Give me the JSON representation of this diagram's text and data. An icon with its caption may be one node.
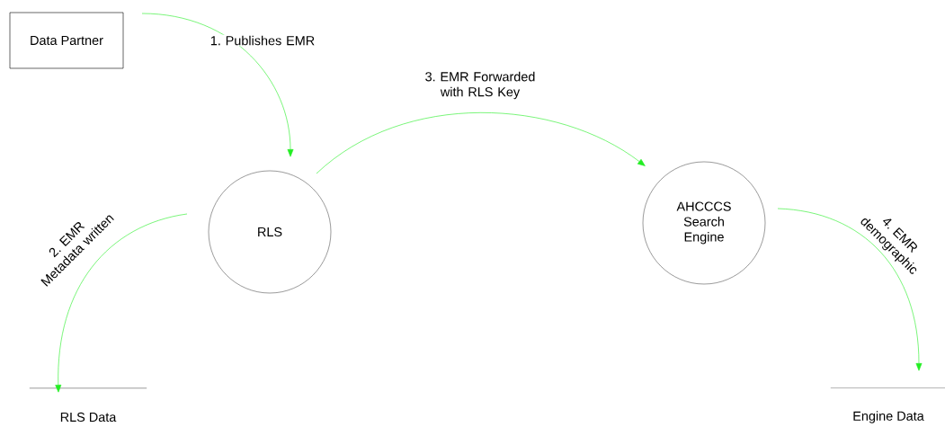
{
  "diagram": {
    "nodes": [
      {
        "text": [
          "Data Partner"
        ]
      },
      {
        "text": [
          "RLS"
        ]
      },
      {
        "text": [
          "AHCCCS Search Engine"
        ]
      },
      {
        "text": [
          "RLS Data"
        ]
      },
      {
        "text": [
          "Engine Data"
        ]
      }
    ],
    "edges": [
      {
        "from": 0,
        "to": 1,
        "arrow": "to",
        "label": "1. Publishes EMR"
      },
      {
        "from": 1,
        "to": 3,
        "arrow": "to",
        "label": "2. EMR Metadata written"
      },
      {
        "from": 1,
        "to": 2,
        "arrow": "to",
        "label": "3. EMR Forwarded with RLS Key"
      },
      {
        "from": 2,
        "to": 4,
        "arrow": "to",
        "label": "4. EMR demographic"
      }
    ]
  }
}
